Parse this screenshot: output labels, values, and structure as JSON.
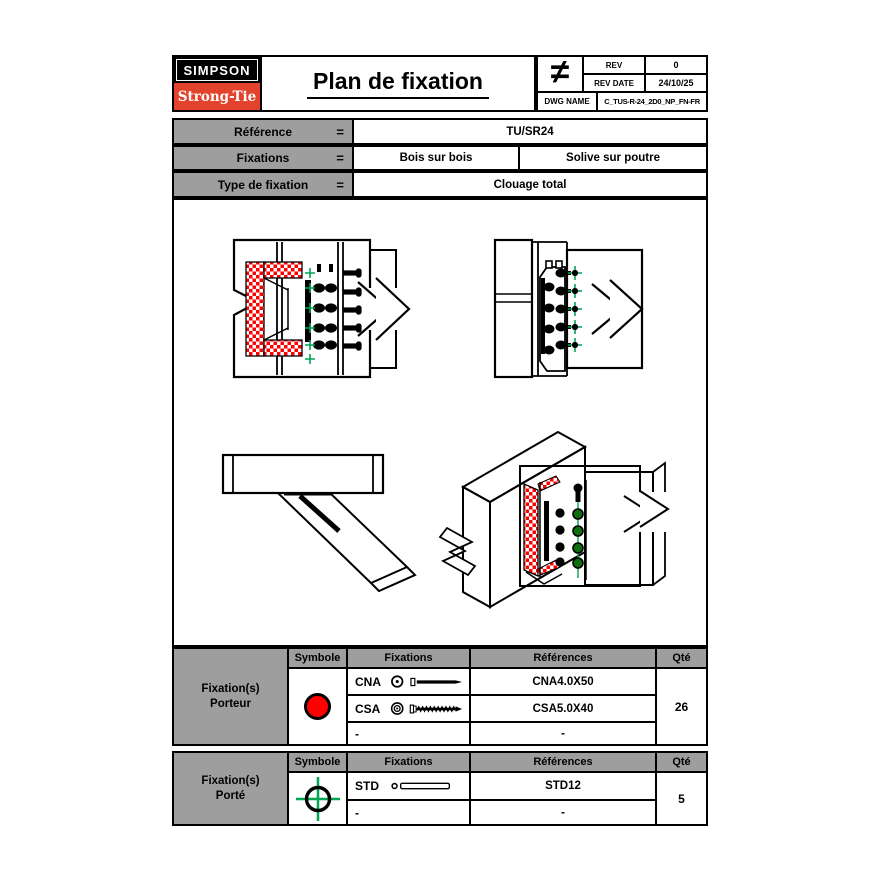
{
  "header": {
    "logo_line1": "SIMPSON",
    "logo_line2": "Strong-Tie",
    "title": "Plan de fixation",
    "scale_symbol": "≠",
    "rev": {
      "label": "REV",
      "value": "0"
    },
    "rev_date": {
      "label": "REV DATE",
      "value": "24/10/25"
    },
    "dwg": {
      "label": "DWG NAME",
      "value": "C_TUS-R-24_2D0_NP_FN-FR"
    }
  },
  "info": {
    "rows": [
      {
        "label": "Référence",
        "eq": "=",
        "value": "TU/SR24"
      },
      {
        "label": "Fixations",
        "eq": "=",
        "value1": "Bois sur bois",
        "value2": "Solive sur poutre"
      },
      {
        "label": "Type de fixation",
        "eq": "=",
        "value": "Clouage total"
      }
    ]
  },
  "drawing": {
    "views": [
      "front-view",
      "side-view",
      "top-view",
      "iso-3d-view"
    ]
  },
  "tables": [
    {
      "label_line1": "Fixation(s)",
      "label_line2": "Porteur",
      "headers": [
        "Symbole",
        "Fixations",
        "Références",
        "Qté"
      ],
      "symbol": "red-filled-circle",
      "rows": [
        {
          "code": "CNA",
          "icon": "nail",
          "ref": "CNA4.0X50"
        },
        {
          "code": "CSA",
          "icon": "screw",
          "ref": "CSA5.0X40"
        },
        {
          "code": "-",
          "icon": "",
          "ref": "-"
        }
      ],
      "qty": "26"
    },
    {
      "label_line1": "Fixation(s)",
      "label_line2": "Porté",
      "headers": [
        "Symbole",
        "Fixations",
        "Références",
        "Qté"
      ],
      "symbol": "green-crosshair-circle",
      "rows": [
        {
          "code": "STD",
          "icon": "dowel",
          "ref": "STD12"
        },
        {
          "code": "-",
          "icon": "",
          "ref": "-"
        }
      ],
      "qty": "5"
    }
  ],
  "colors": {
    "brand_red": "#E2432D",
    "symbol_red": "#FF0000",
    "marker_green": "#00A651",
    "header_gray": "#9E9E9E"
  }
}
